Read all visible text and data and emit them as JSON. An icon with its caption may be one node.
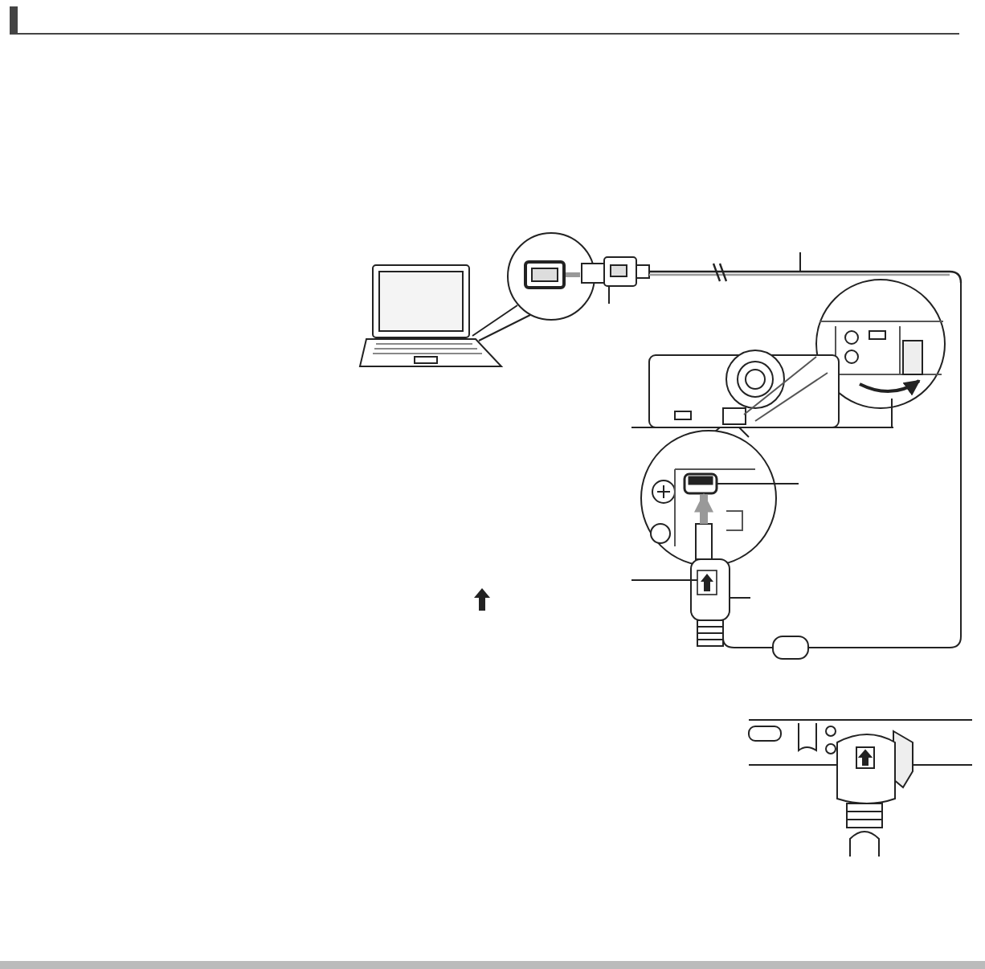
{
  "diagram": {
    "nodes": [
      {
        "text": [],
        "shape": "plug"
      },
      {
        "text": [],
        "shape": "cable"
      },
      {
        "text": [],
        "shape": "port"
      },
      {
        "text": [],
        "shape": "plug"
      },
      {
        "text": [],
        "shape": "symbol",
        "in": 3
      }
    ],
    "edges": [
      {
        "from": null,
        "to": 0,
        "arrow": "none"
      },
      {
        "from": null,
        "to": 1,
        "arrow": "none"
      },
      {
        "from": null,
        "to": 2,
        "arrow": "none"
      },
      {
        "from": null,
        "to": 4,
        "arrow": "none"
      },
      {
        "from": null,
        "to": 3,
        "arrow": "none"
      },
      {
        "from": 3,
        "to": 2,
        "arrow": "to",
        "style": "thick",
        "color": "#999999"
      }
    ]
  }
}
